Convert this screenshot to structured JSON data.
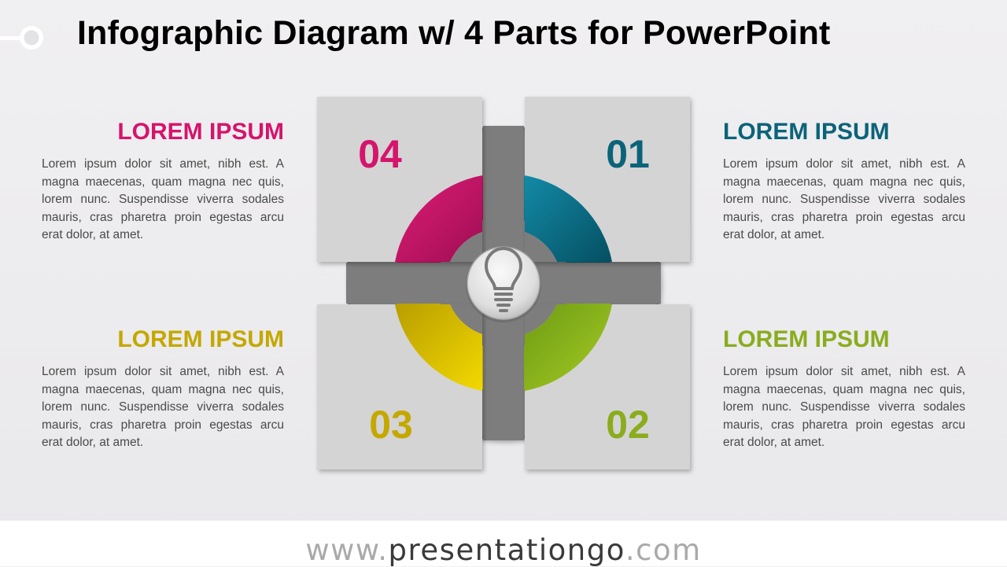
{
  "title": "Infographic Diagram w/ 4 Parts for PowerPoint",
  "colors": {
    "part01": "#0b6379",
    "part02": "#8aac1d",
    "part03": "#c4a800",
    "part04": "#d5146c",
    "card": "#d4d4d4",
    "ring_back": "#7d7d7d"
  },
  "parts": [
    {
      "id": "01",
      "number": "01",
      "heading": "LOREM IPSUM",
      "body": "Lorem ipsum dolor sit amet, nibh est. A magna maecenas, quam magna nec quis, lorem nunc. Suspendisse viverra sodales mauris, cras pharetra proin egestas arcu erat dolor, at amet."
    },
    {
      "id": "02",
      "number": "02",
      "heading": "LOREM IPSUM",
      "body": "Lorem ipsum dolor sit amet, nibh est. A magna maecenas, quam magna nec quis, lorem nunc. Suspendisse viverra sodales mauris, cras pharetra proin egestas arcu erat dolor, at amet."
    },
    {
      "id": "03",
      "number": "03",
      "heading": "LOREM IPSUM",
      "body": "Lorem ipsum dolor sit amet, nibh est. A magna maecenas, quam magna nec quis, lorem nunc. Suspendisse viverra sodales mauris, cras pharetra proin egestas arcu erat dolor, at amet."
    },
    {
      "id": "04",
      "number": "04",
      "heading": "LOREM IPSUM",
      "body": "Lorem ipsum dolor sit amet, nibh est. A magna maecenas, quam magna nec quis, lorem nunc. Suspendisse viverra sodales mauris, cras pharetra proin egestas arcu erat dolor, at amet."
    }
  ],
  "center_icon": "lightbulb-icon",
  "footer": {
    "prefix": "www.",
    "brand": "presentationgo",
    "suffix": ".com"
  }
}
